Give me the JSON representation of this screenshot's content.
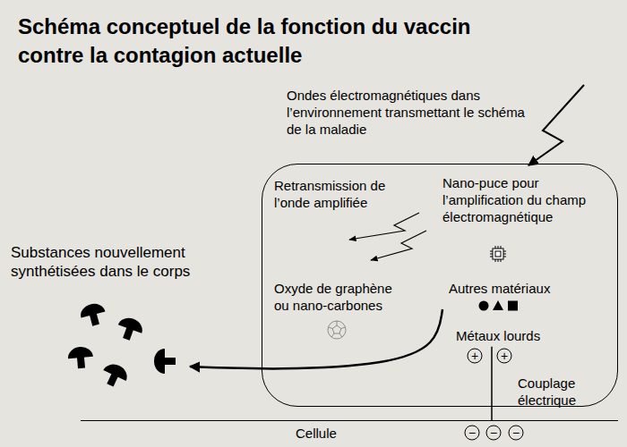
{
  "diagram": {
    "title": "Schéma conceptuel de la fonction du vaccin contre la contagion actuelle",
    "nodes": [
      {
        "text": []
      },
      {
        "text": [
          "Retransmission de l’onde amplifiée"
        ],
        "in": 0
      },
      {
        "text": [
          "Nano-puce pour l’amplification du champ électromagnétique"
        ],
        "in": 0
      },
      {
        "text": [
          "Oxyde de graphène ou nano-carbones"
        ],
        "in": 0
      },
      {
        "text": [
          "Autres matériaux"
        ],
        "in": 0
      },
      {
        "text": [
          "Métaux lourds"
        ],
        "in": 0
      },
      {
        "text": [
          "Substances nouvellement synthétisées dans le corps"
        ]
      },
      {
        "text": [
          "Cellule"
        ]
      }
    ],
    "edges": [
      {
        "from": 3,
        "to": 6,
        "arrow": "to"
      },
      {
        "from": 5,
        "to": 7,
        "label": "Couplage électrique",
        "arrow": "none"
      }
    ],
    "labels": [
      "Ondes électromagnétiques dans l’environnement transmettant le schéma de la maladie",
      "+",
      "+",
      "−",
      "−",
      "−"
    ]
  }
}
